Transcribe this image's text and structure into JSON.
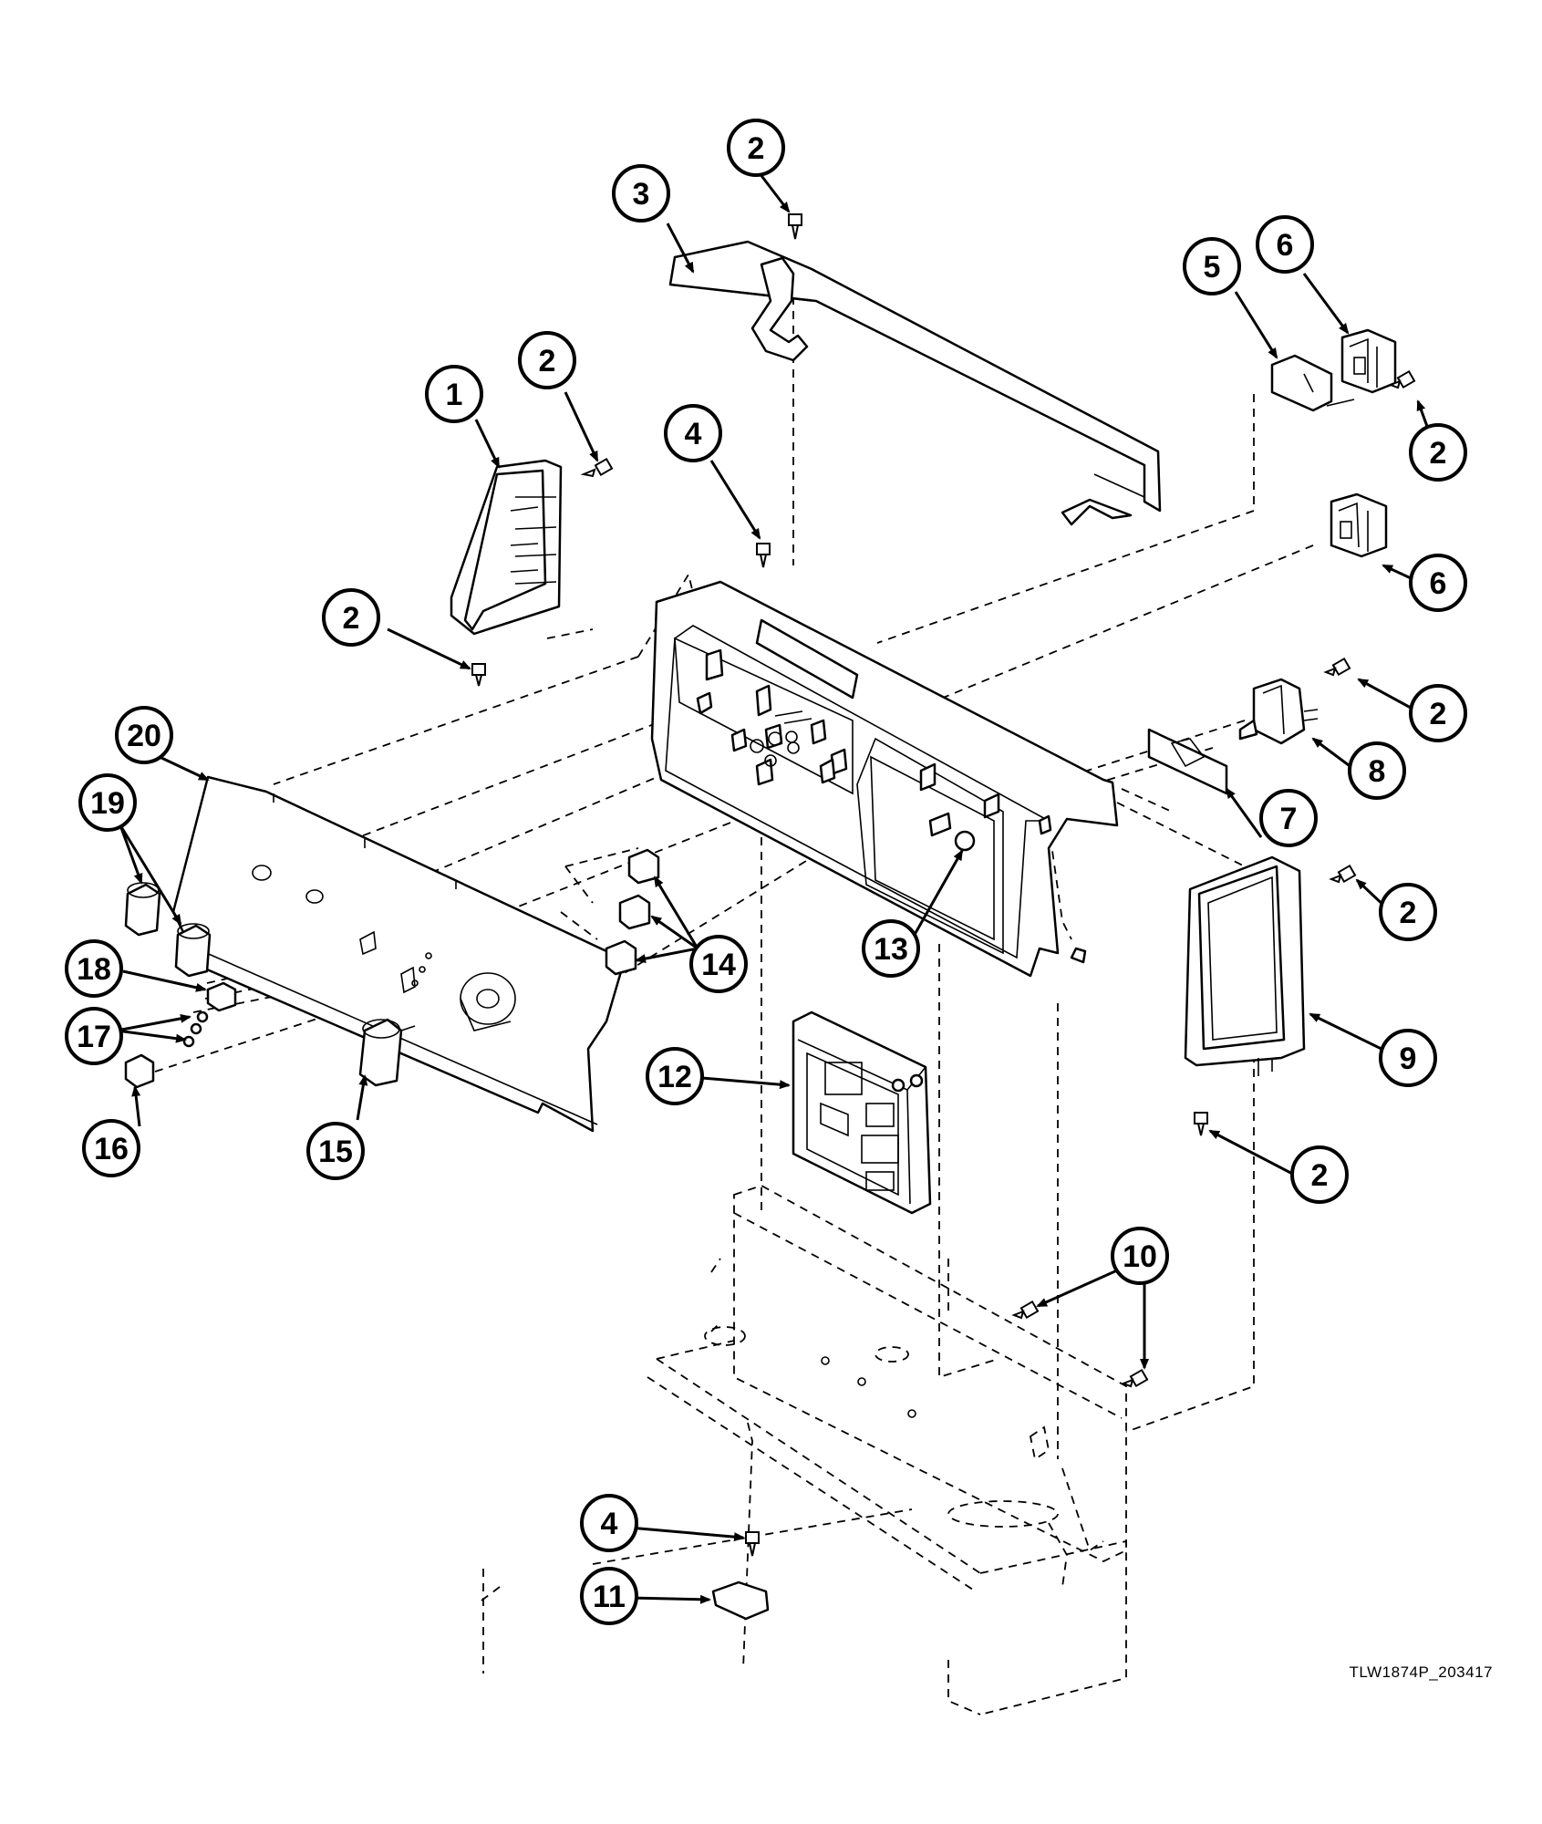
{
  "figure_code": "TLW1874P_203417",
  "callouts": [
    {
      "id": "c1",
      "label": "1"
    },
    {
      "id": "c2a",
      "label": "2"
    },
    {
      "id": "c2b",
      "label": "2"
    },
    {
      "id": "c2c",
      "label": "2"
    },
    {
      "id": "c2d",
      "label": "2"
    },
    {
      "id": "c2e",
      "label": "2"
    },
    {
      "id": "c2f",
      "label": "2"
    },
    {
      "id": "c2g",
      "label": "2"
    },
    {
      "id": "c3",
      "label": "3"
    },
    {
      "id": "c4a",
      "label": "4"
    },
    {
      "id": "c4b",
      "label": "4"
    },
    {
      "id": "c5",
      "label": "5"
    },
    {
      "id": "c6a",
      "label": "6"
    },
    {
      "id": "c6b",
      "label": "6"
    },
    {
      "id": "c7",
      "label": "7"
    },
    {
      "id": "c8",
      "label": "8"
    },
    {
      "id": "c9",
      "label": "9"
    },
    {
      "id": "c10",
      "label": "10"
    },
    {
      "id": "c11",
      "label": "11"
    },
    {
      "id": "c12",
      "label": "12"
    },
    {
      "id": "c13",
      "label": "13"
    },
    {
      "id": "c14",
      "label": "14"
    },
    {
      "id": "c15",
      "label": "15"
    },
    {
      "id": "c16",
      "label": "16"
    },
    {
      "id": "c17",
      "label": "17"
    },
    {
      "id": "c18",
      "label": "18"
    },
    {
      "id": "c19",
      "label": "19"
    },
    {
      "id": "c20",
      "label": "20"
    }
  ]
}
